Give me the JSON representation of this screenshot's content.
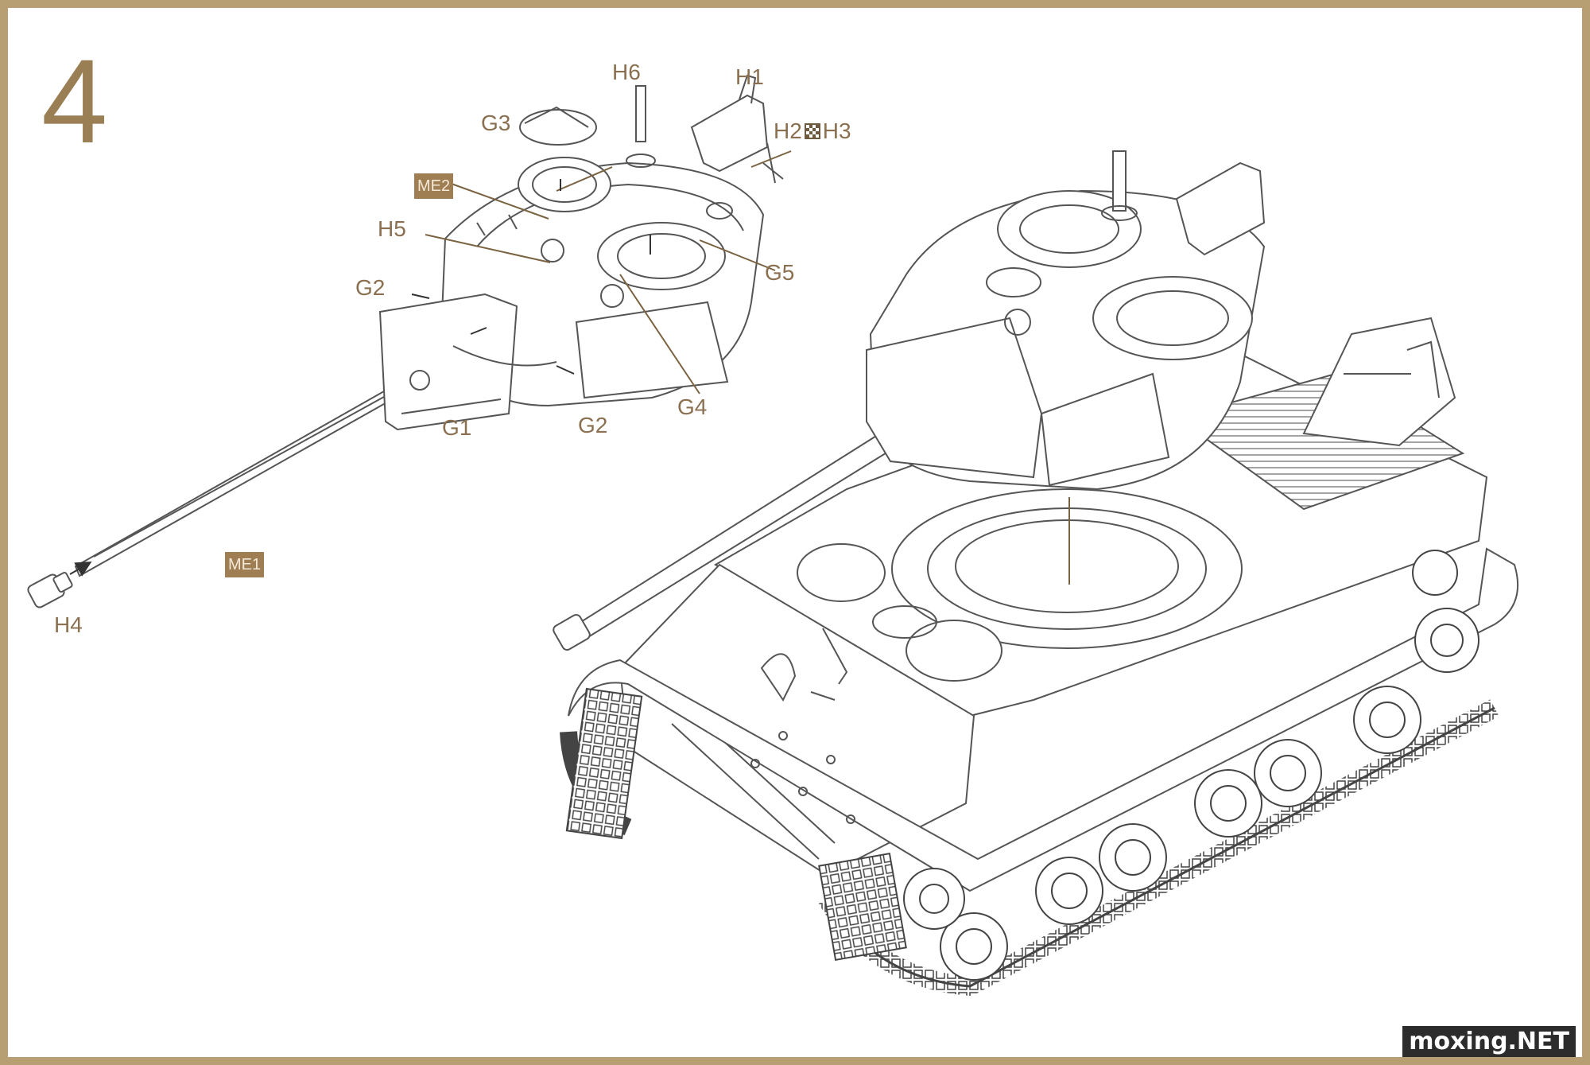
{
  "step": {
    "number": "4"
  },
  "labels": {
    "h6": "H6",
    "h1": "H1",
    "h2": "H2",
    "h3": "H3",
    "g3": "G3",
    "h5": "H5",
    "g2_top": "G2",
    "g5": "G5",
    "g4": "G4",
    "g1": "G1",
    "g2_bottom": "G2",
    "h4": "H4"
  },
  "badges": {
    "me2": "ME2",
    "me1": "ME1"
  },
  "watermark": "moxing.NET",
  "colors": {
    "border": "#b79f73",
    "label": "#8a7050",
    "badge": "#a07e54",
    "line": "#555555"
  },
  "icons": {
    "h2_h3_join": "checker-square-icon"
  }
}
